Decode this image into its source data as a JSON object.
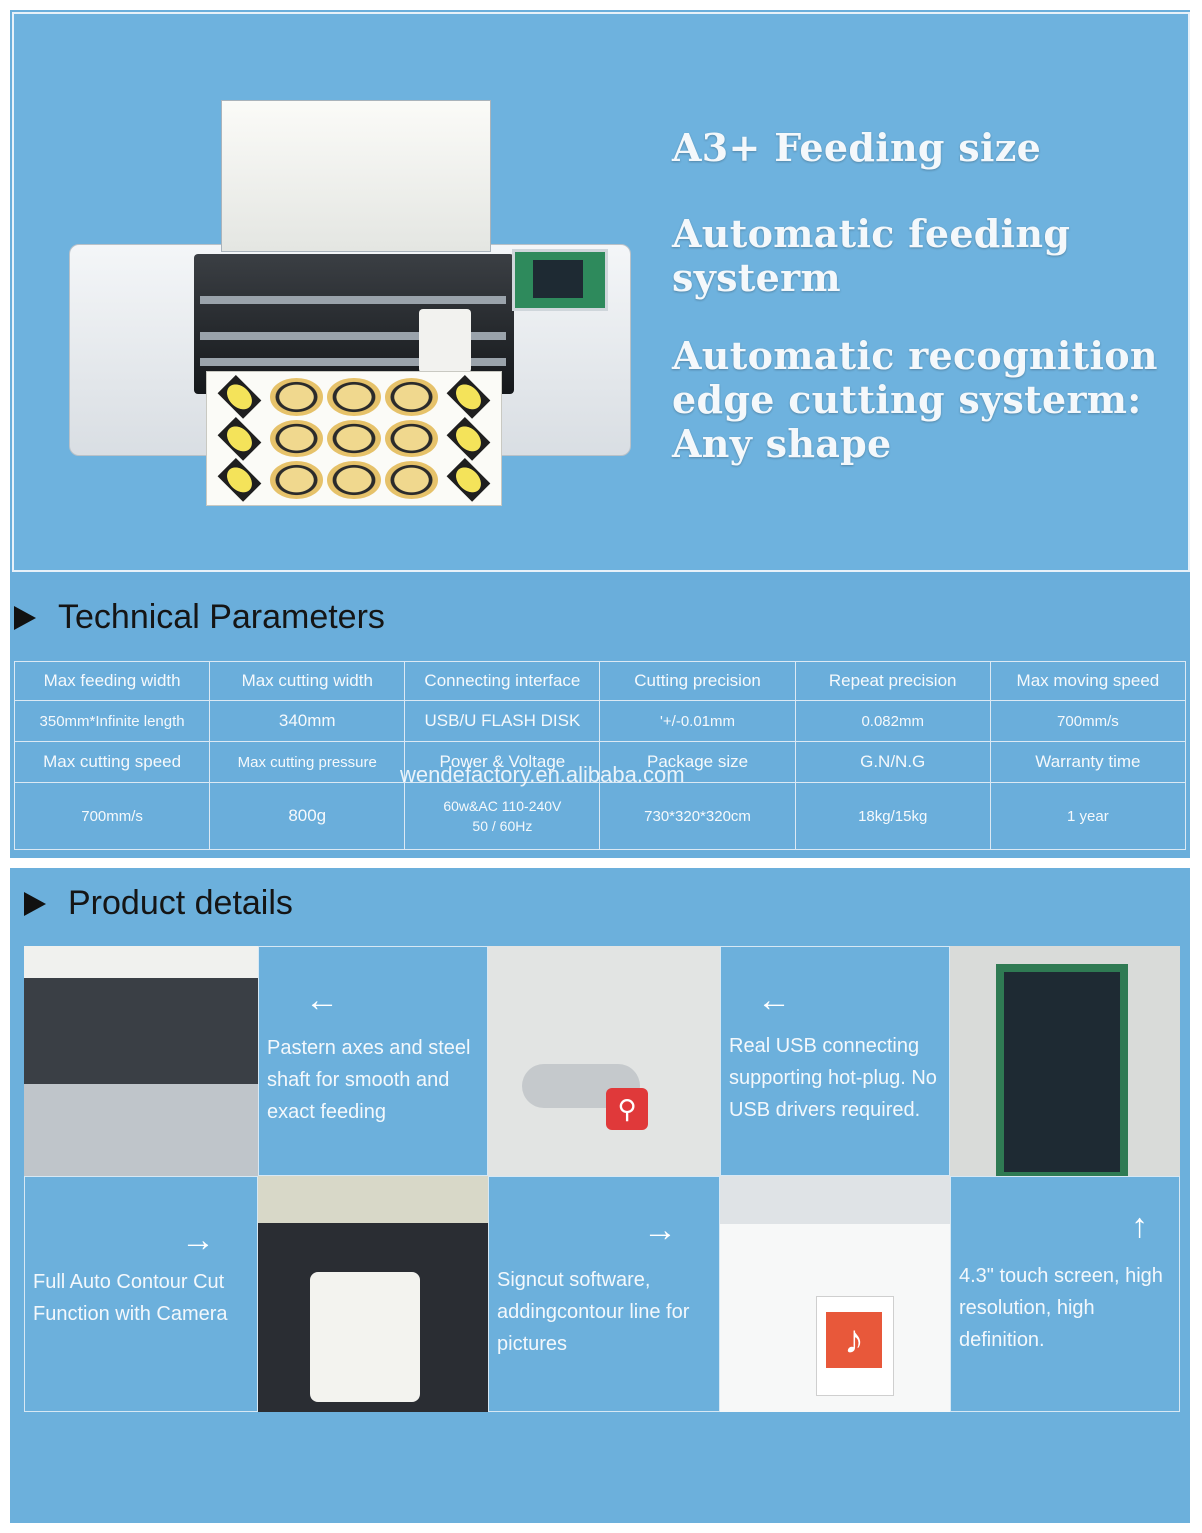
{
  "hero": {
    "features": [
      {
        "lines": [
          "A3+ Feeding size"
        ]
      },
      {
        "lines": [
          "Automatic feeding",
          "systerm"
        ]
      },
      {
        "lines": [
          "Automatic recognition",
          "edge cutting systerm:",
          "Any shape"
        ]
      }
    ]
  },
  "technical": {
    "title": "Technical Parameters",
    "rows": [
      [
        "Max feeding width",
        "Max cutting width",
        "Connecting interface",
        "Cutting precision",
        "Repeat precision",
        "Max moving speed"
      ],
      [
        "350mm*Infinite length",
        "340mm",
        "USB/U FLASH DISK",
        "'+/-0.01mm",
        "0.082mm",
        "700mm/s"
      ],
      [
        "Max cutting speed",
        "Max cutting pressure",
        "Power & Voltage",
        "Package size",
        "G.N/N.G",
        "Warranty time"
      ],
      [
        "700mm/s",
        "800g",
        "60w&AC 110-240V\n50 / 60Hz",
        "730*320*320cm",
        "18kg/15kg",
        "1 year"
      ]
    ],
    "watermark": "wendefactory.en.alibaba.com"
  },
  "details": {
    "title": "Product details",
    "items": [
      {
        "arrow": "←",
        "text": "Pastern axes and steel shaft for smooth and exact feeding"
      },
      {
        "arrow": "←",
        "text": "Real USB connecting supporting hot-plug. No USB drivers required."
      },
      {
        "arrow": "→",
        "text": "Full Auto Contour Cut Function with Camera"
      },
      {
        "arrow": "→",
        "text": "Signcut software, addingcontour line for pictures"
      },
      {
        "arrow": "↑",
        "text": "4.3\" touch screen, high resolution, high definition."
      }
    ]
  },
  "colors": {
    "panel": "#6aaedb",
    "text": "#f3f8fc",
    "heading": "#151515"
  },
  "icons": {
    "zoom": "search-icon",
    "music": "music-note-icon"
  }
}
